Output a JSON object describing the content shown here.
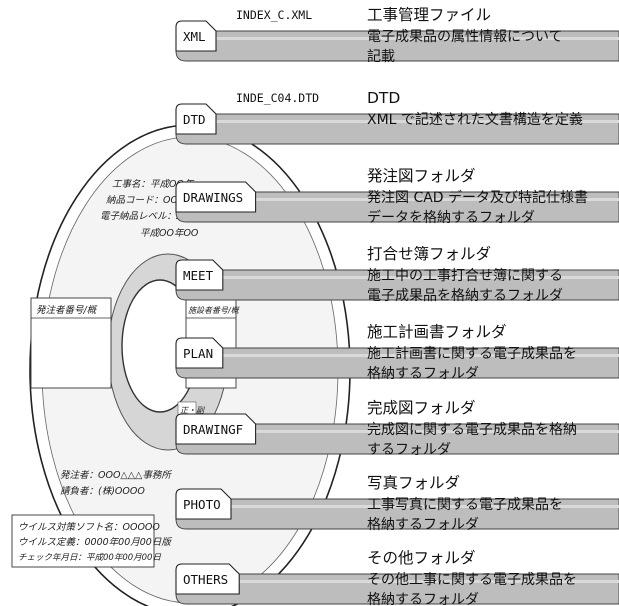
{
  "disc": {
    "label_lines": [
      "工事名：平成OO年",
      "納品コード：OOO",
      "電子納品レベル：2",
      "平成OO年OO"
    ],
    "box_left": "発注者番号/概",
    "box_right": "施設者番号/概",
    "tag": "正・副",
    "issuer_lines": [
      "発注者：OOO△△△事務所",
      "請負者：(株)OOOO"
    ],
    "virus_lines": [
      "ウイルス対策ソフト名：OOOOO",
      "ウイルス定義：0000年00月00日版",
      "チェック年月日：平成00年00月00日"
    ]
  },
  "items": [
    {
      "name": "xml-item",
      "tab": "XML",
      "filename": "INDEX_C.XML",
      "title": "工事管理ファイル",
      "desc": [
        "電子成果品の属性情報について",
        "記載"
      ]
    },
    {
      "name": "dtd-item",
      "tab": "DTD",
      "filename": "INDE_C04.DTD",
      "title": "DTD",
      "desc": [
        "XML で記述された文書構造を定義"
      ]
    },
    {
      "name": "drawings-item",
      "tab": "DRAWINGS",
      "filename": "",
      "title": "発注図フォルダ",
      "desc": [
        "発注図 CAD データ及び特記仕様書",
        "データを格納するフォルダ"
      ]
    },
    {
      "name": "meet-item",
      "tab": "MEET",
      "filename": "",
      "title": "打合せ簿フォルダ",
      "desc": [
        "施工中の工事打合せ簿に関する",
        "電子成果品を格納するフォルダ"
      ]
    },
    {
      "name": "plan-item",
      "tab": "PLAN",
      "filename": "",
      "title": "施工計画書フォルダ",
      "desc": [
        "施工計画書に関する電子成果品を",
        "格納するフォルダ"
      ]
    },
    {
      "name": "drawingf-item",
      "tab": "DRAWINGF",
      "filename": "",
      "title": "完成図フォルダ",
      "desc": [
        "完成図に関する電子成果品を格納",
        "するフォルダ"
      ]
    },
    {
      "name": "photo-item",
      "tab": "PHOTO",
      "filename": "",
      "title": "写真フォルダ",
      "desc": [
        "工事写真に関する電子成果品を",
        "格納するフォルダ"
      ]
    },
    {
      "name": "others-item",
      "tab": "OTHERS",
      "filename": "",
      "title": "その他フォルダ",
      "desc": [
        "その他工事に関する電子成果品を",
        "格納するフォルダ"
      ]
    }
  ]
}
